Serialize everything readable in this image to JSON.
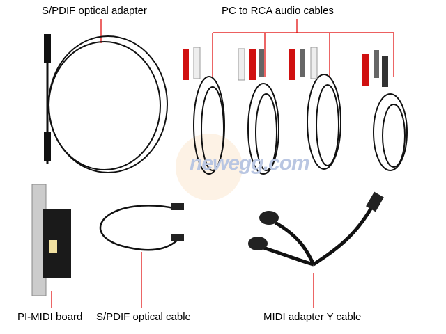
{
  "labels": {
    "spdif_adapter": "S/PDIF optical adapter",
    "rca_cables": "PC to RCA audio cables",
    "pi_midi_board": "PI-MIDI board",
    "spdif_cable": "S/PDIF optical cable",
    "midi_y_cable": "MIDI adapter Y cable"
  },
  "watermark": "newegg.com",
  "colors": {
    "callout_line": "#e00000",
    "cable": "#111111",
    "rca_red": "#d01010",
    "rca_white": "#f2f2f2"
  }
}
